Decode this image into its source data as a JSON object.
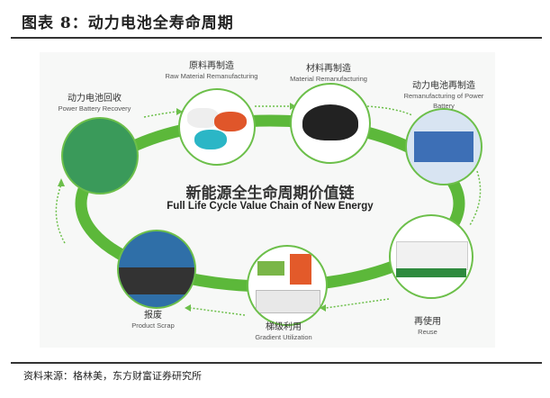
{
  "title": "图表 8：动力电池全寿命周期",
  "center": {
    "zh": "新能源全生命周期价值链",
    "en": "Full Life Cycle Value Chain of New Energy"
  },
  "stages": [
    {
      "zh": "动力电池回收",
      "en": "Power Battery Recovery"
    },
    {
      "zh": "原料再制造",
      "en": "Raw Material Remanufacturing"
    },
    {
      "zh": "材料再制造",
      "en": "Material Remanufacturing"
    },
    {
      "zh": "动力电池再制造",
      "en": "Remanufacturing of Power Battery"
    },
    {
      "zh": "再使用",
      "en": "Reuse"
    },
    {
      "zh": "梯级利用",
      "en": "Gradient Utilization"
    },
    {
      "zh": "报废",
      "en": "Product Scrap"
    }
  ],
  "source": "资料来源：格林美，东方财富证券研究所",
  "colors": {
    "ring": "#5cb83a",
    "border": "#6cbf4a"
  }
}
